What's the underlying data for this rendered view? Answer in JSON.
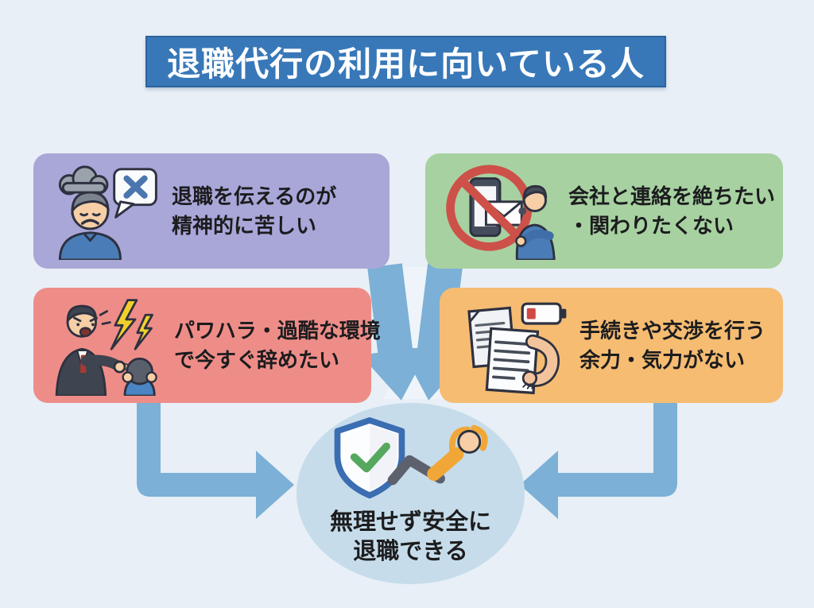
{
  "title": {
    "text": "退職代行の利用に向いている人"
  },
  "boxes": [
    {
      "id": "mental-stress",
      "icon": "stressed-person-icon",
      "line1": "退職を伝えるのが",
      "line2": "精神的に苦しい"
    },
    {
      "id": "no-contact",
      "icon": "no-phone-contact-icon",
      "line1": "会社と連絡を絶ちたい",
      "line2": "・関わりたくない"
    },
    {
      "id": "harassment",
      "icon": "angry-boss-harassment-icon",
      "line1": "パワハラ・過酷な環境",
      "line2": "で今すぐ辞めたい"
    },
    {
      "id": "no-energy",
      "icon": "low-battery-documents-icon",
      "line1": "手続きや交渉を行う",
      "line2": "余力・気力がない"
    }
  ],
  "result": {
    "icon": "shield-check-relax-icon",
    "line1": "無理せず安全に",
    "line2": "退職できる"
  },
  "colors": {
    "background": "#e8eff6",
    "banner": "#3878b8",
    "banner_border": "#2d639e",
    "title_text": "#ffffff",
    "card_mental": "#a9a7d8",
    "card_contact": "#a7d1a1",
    "card_harassment": "#ee8d88",
    "card_energy": "#f5bc72",
    "arrow": "#7cb0d6",
    "arrow_gap": "#eef4f9",
    "circle": "#c6dcea",
    "text": "#1c1c1e"
  }
}
